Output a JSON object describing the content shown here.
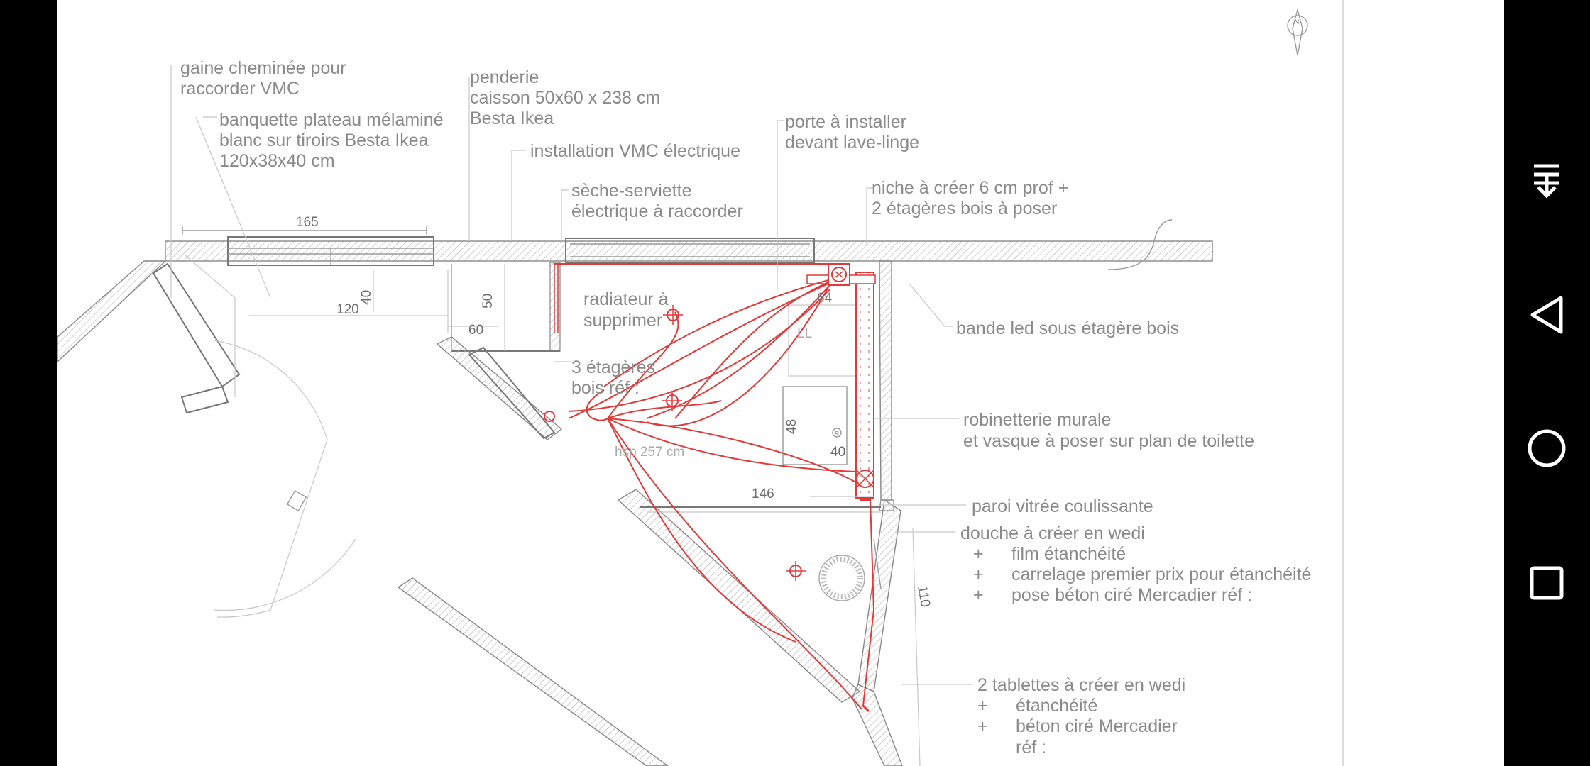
{
  "plan": {
    "labels": {
      "gaine1": "gaine cheminée pour",
      "gaine2": "raccorder VMC",
      "banq1": "banquette plateau mélaminé",
      "banq2": "blanc sur tiroirs Besta Ikea",
      "banq3": "120x38x40 cm",
      "pend1": "penderie",
      "pend2": "caisson 50x60 x 238 cm",
      "pend3": "Besta Ikea",
      "vmc": "installation VMC électrique",
      "seche1": "sèche-serviette",
      "seche2": "électrique à raccorder",
      "porte1": "porte à installer",
      "porte2": "devant lave-linge",
      "niche1": "niche à créer 6 cm prof +",
      "niche2": "2 étagères bois à poser",
      "led": "bande led sous étagère bois",
      "radiateur1": "radiateur à",
      "radiateur2": "supprimer",
      "etageres1": "3 étagères",
      "etageres2": "bois réf :",
      "hsp": "hsp 257 cm",
      "robinet1": "robinetterie murale",
      "robinet2": "et vasque à poser sur plan de toilette",
      "paroi": "paroi vitrée coulissante",
      "douche": "douche à créer en wedi",
      "douche_items": [
        "film étanchéité",
        "carrelage premier prix pour étanchéité",
        "pose béton ciré Mercadier réf :"
      ],
      "tablettes": "2 tablettes à créer en wedi",
      "tablettes_items": [
        "étanchéité",
        "béton ciré Mercadier",
        "réf :"
      ],
      "plus": "+",
      "ll": "LL",
      "north": "N"
    },
    "dims": {
      "d165": "165",
      "d120": "120",
      "d40a": "40",
      "d50": "50",
      "d60": "60",
      "d64": "64",
      "d48": "48",
      "d40b": "40",
      "d146": "146",
      "d110": "110"
    }
  },
  "navbar": {
    "icons": [
      "notification-pull-icon",
      "back-icon",
      "home-icon",
      "recents-icon"
    ]
  }
}
